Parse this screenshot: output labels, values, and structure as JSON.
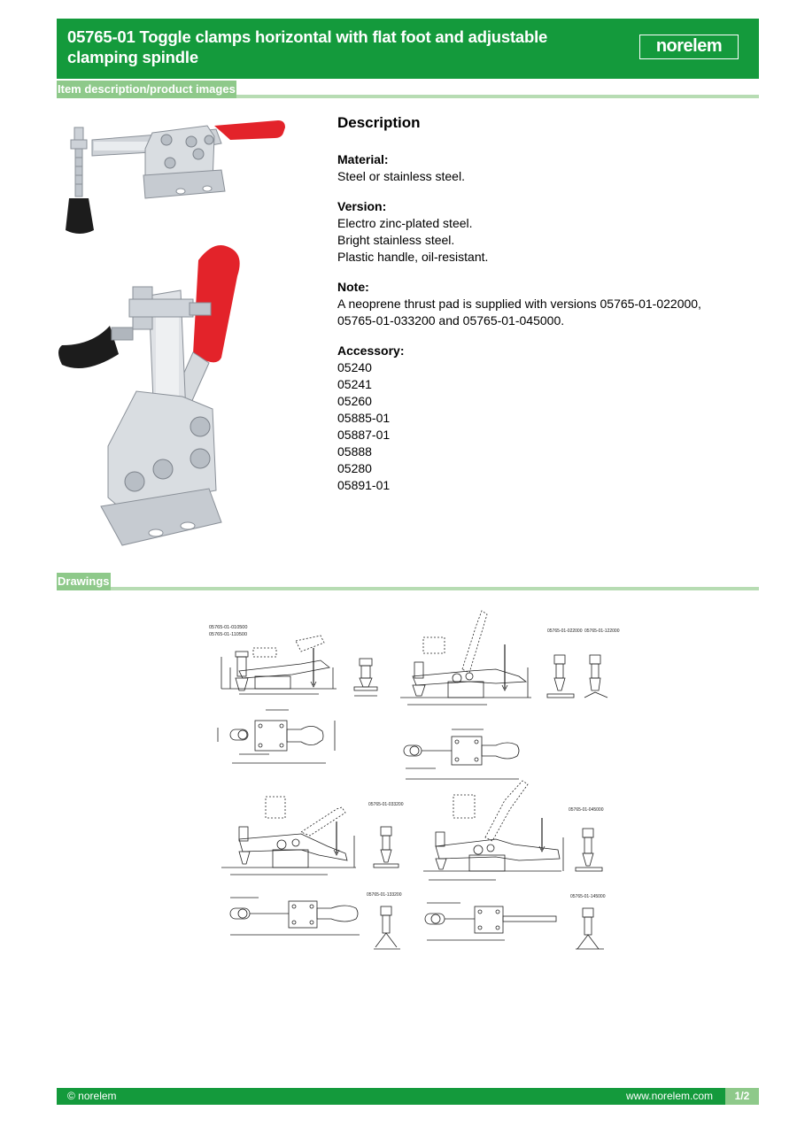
{
  "header": {
    "title": "05765-01 Toggle clamps horizontal with flat foot and adjustable clamping spindle",
    "logo": "norelem"
  },
  "sections": {
    "item_description": "Item description/product images",
    "drawings": "Drawings"
  },
  "description": {
    "heading": "Description",
    "material_label": "Material:",
    "material": [
      "Steel or stainless steel."
    ],
    "version_label": "Version:",
    "version": [
      "Electro zinc-plated steel.",
      "Bright stainless steel.",
      "Plastic handle, oil-resistant."
    ],
    "note_label": "Note:",
    "note": [
      "A neoprene thrust pad is supplied with versions 05765-01-022000,",
      "05765-01-033200 and 05765-01-045000."
    ],
    "accessory_label": "Accessory:",
    "accessory": [
      "05240",
      "05241",
      "05260",
      "05885-01",
      "05887-01",
      "05888",
      "05280",
      "05891-01"
    ]
  },
  "drawings": {
    "labels": [
      "05765-01-010500",
      "05765-01-110500",
      "05765-01-022000",
      "05765-01-122000",
      "05765-01-033200",
      "05765-01-133200",
      "05765-01-045000",
      "05765-01-145000"
    ]
  },
  "footer": {
    "copyright": "© norelem",
    "url": "www.norelem.com",
    "page": "1/2"
  },
  "colors": {
    "brand_green": "#149a3c",
    "light_green": "#8ec98a",
    "handle_red": "#e3232a"
  }
}
